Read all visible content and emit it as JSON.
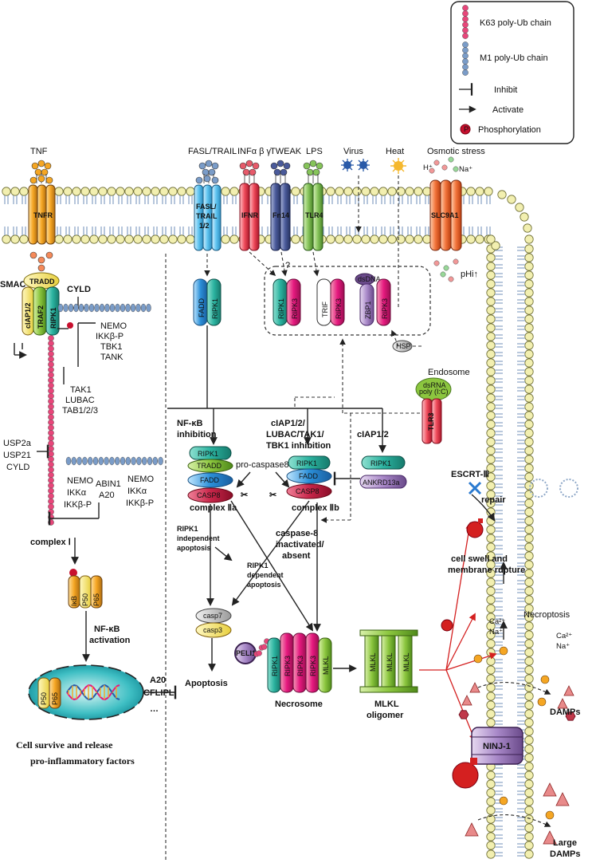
{
  "legend": {
    "k63": "K63 poly-Ub chain",
    "m1": "M1 poly-Ub chain",
    "inhibit": "Inhibit",
    "activate": "Activate",
    "phos": "Phosphorylation"
  },
  "stimuli": {
    "tnf": "TNF",
    "fasl": "FASL/TRAIL",
    "ifn": "INFα β γ",
    "tweak": "TWEAK",
    "lps": "LPS",
    "virus": "Virus",
    "heat": "Heat",
    "osmotic": "Osmotic stress",
    "h": "H⁺",
    "na": "Na⁺",
    "phi": "pHi↑"
  },
  "receptors": {
    "tnfr": "TNFR",
    "fasl_1": "FASL/",
    "fasl_2": "TRAIL",
    "fasl_3": "1/2",
    "ifnr": "IFNR",
    "fn14": "Fn14",
    "tlr4": "TLR4",
    "slc": "SLC9A1"
  },
  "complex1": {
    "smac": "SMAC",
    "tradd": "TRADD",
    "ciap": "cIAP1/2",
    "traf2": "TRAF2",
    "ripk1": "RIPK1",
    "cyld": "CYLD",
    "kinases": [
      "NEMO",
      "IKKβ-P",
      "TBK1",
      "TANK"
    ],
    "tak": [
      "TAK1",
      "LUBAC",
      "TAB1/2/3"
    ],
    "usp": [
      "USP2a",
      "USP21",
      "CYLD"
    ],
    "nemo_left": [
      "NEMO",
      "IKKα",
      "IKKβ-P"
    ],
    "abin": [
      "ABIN1",
      "A20"
    ],
    "nemo_right": [
      "NEMO",
      "IKKα",
      "IKKβ-P"
    ],
    "complex_label": "complex Ⅰ",
    "ikb": "IκB",
    "p50": "P50",
    "p65": "P65",
    "nfkb_1": "NF-κB",
    "nfkb_2": "activation",
    "a20": "A20",
    "cflip": "CFLIPL",
    "dots": "…",
    "survive_1": "Cell survive and release",
    "survive_2": "pro-inflammatory factors"
  },
  "upper_mid": {
    "fadd": "FADD",
    "ripk1": "RIPK1",
    "ripk1_b": "RIPK1",
    "ripk3_a": "RIPK3",
    "trif": "TRIF",
    "ripk3_b": "RIPK3",
    "zbp1": "ZBP1",
    "dsdna": "dsDNA",
    "ripk3_c": "RIPK3",
    "hsp": "HSP",
    "q": "?",
    "endosome": "Endosome",
    "dsrna_1": "dsRNA",
    "dsrna_2": "poly (I:C)",
    "tlr3": "TLR3"
  },
  "complex2": {
    "nfkb_inh_1": "NF-κB",
    "nfkb_inh_2": "inhibition",
    "ciap_inh_1": "cIAP1/2/",
    "ciap_inh_2": "LUBAC/TAK1/",
    "ciap_inh_3": "TBK1 inhibition",
    "ciap_right": "cIAP1/2",
    "a_ripk1": "RIPK1",
    "a_tradd": "TRADD",
    "a_fadd": "FADD",
    "a_casp8": "CASP8",
    "procasp": "pro-caspase8",
    "b_ripk1": "RIPK1",
    "b_fadd": "FADD",
    "b_casp8": "CASP8",
    "c_ripk1": "RIPK1",
    "ankrd": "ANKRD13a",
    "cIIa": "complex Ⅱa",
    "cIIb": "complex Ⅱb",
    "ind_1": "RIPK1",
    "ind_2": "independent",
    "ind_3": "apoptosis",
    "casp_inact_1": "caspase-8",
    "casp_inact_2": "inactivated/",
    "casp_inact_3": "absent",
    "dep_1": "RIPK1",
    "dep_2": "dependent",
    "dep_3": "apoptosis",
    "casp7": "casp7",
    "casp3": "casp3",
    "apoptosis": "Apoptosis"
  },
  "necrosome": {
    "peli1": "PELI1",
    "ripk1": "RIPK1",
    "ripk3_1": "RIPK3",
    "ripk3_2": "RIPK3",
    "mlkl": "MLKL",
    "necrosome": "Necrosome",
    "mlkl_1": "MLKL",
    "mlkl_2": "MLKL",
    "mlkl_3": "MLKL",
    "oligomer_1": "MLKL",
    "oligomer_2": "oligomer"
  },
  "membrane_right": {
    "escrt": "ESCRT-Ⅲ",
    "repair": "repair",
    "swell_1": "cell swell and",
    "swell_2": "membrane rupture",
    "necroptosis": "Necroptosis",
    "ca_a": "Ca²⁺",
    "na_a": "Na⁺",
    "ca_b": "Ca²⁺",
    "na_b": "Na⁺",
    "damps": "DAMPs",
    "ninj": "NINJ-1",
    "large_1": "Large",
    "large_2": "DAMPs"
  },
  "colors": {
    "k63": "#e8467a",
    "m1": "#7a9cc8",
    "ripk1": "#2bb3a0",
    "ripk3": "#e6197f",
    "mlkl": "#8cc63f",
    "fadd": "#2b8fd8",
    "casp8": "#c8264a",
    "membrane_head": "#f2efb0",
    "membrane_tail": "#8fa8c8"
  }
}
